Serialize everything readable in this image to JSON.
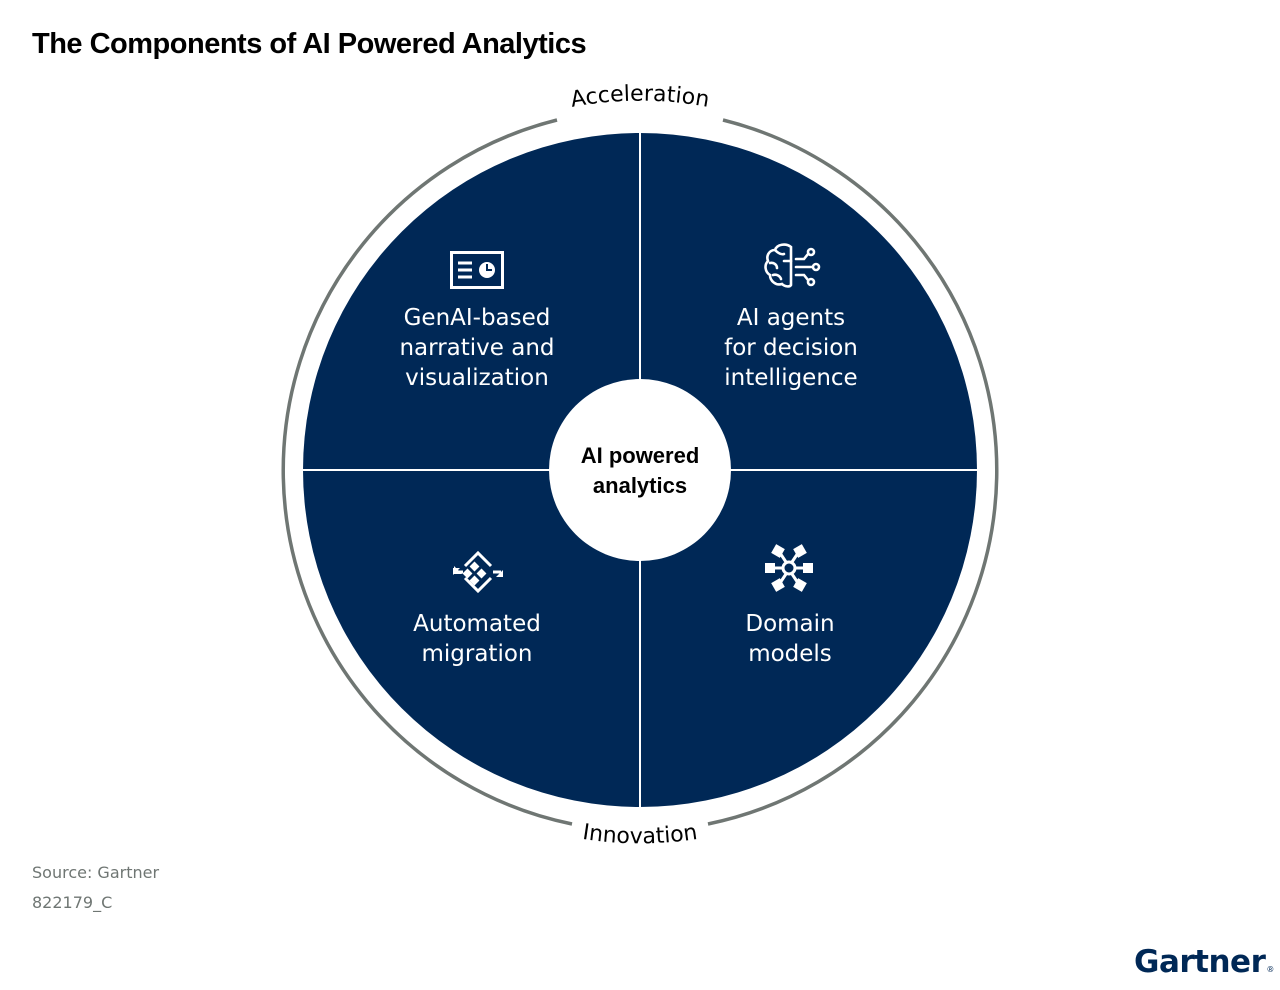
{
  "title": "The Components of AI Powered Analytics",
  "colors": {
    "navy": "#002856",
    "ring": "#6f7673",
    "white": "#ffffff"
  },
  "ring_labels": {
    "top": "Acceleration",
    "bottom": "Innovation"
  },
  "center": {
    "line1": "AI powered",
    "line2": "analytics"
  },
  "quadrants": [
    {
      "id": "top-left",
      "icon": "report-chart-icon",
      "lines": [
        "GenAI-based",
        "narrative and",
        "visualization"
      ]
    },
    {
      "id": "top-right",
      "icon": "brain-circuit-icon",
      "lines": [
        "AI agents",
        "for decision",
        "intelligence"
      ]
    },
    {
      "id": "bottom-left",
      "icon": "migration-arrows-icon",
      "lines": [
        "Automated",
        "migration"
      ]
    },
    {
      "id": "bottom-right",
      "icon": "domain-network-icon",
      "lines": [
        "Domain",
        "models"
      ]
    }
  ],
  "footer": {
    "source": "Source: Gartner",
    "doc_id": "822179_C",
    "logo": "Gartner",
    "logo_mark": "®"
  }
}
